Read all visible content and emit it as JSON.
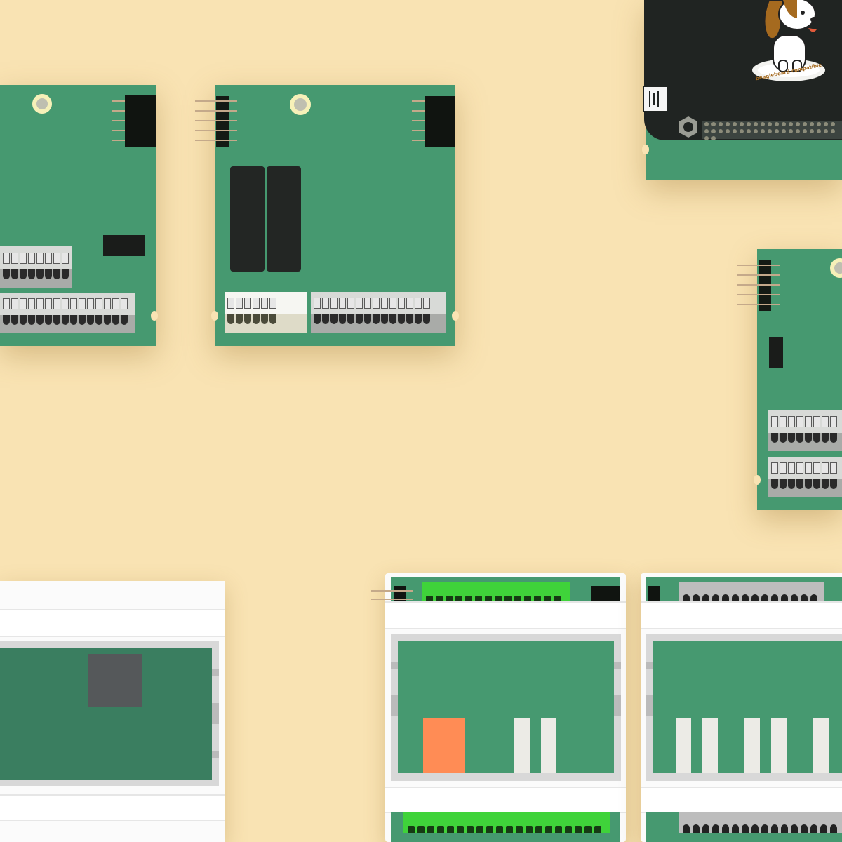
{
  "canvas": {
    "background": "#f9e3b3"
  },
  "colors": {
    "pcb": "#469970",
    "enclosure": "#fbfbfb",
    "relay": "#232624",
    "indicator": "#ff8c55",
    "green_terminal": "#3fd33a"
  },
  "boards": [
    {
      "name": "io-board-left",
      "kind": "pcb"
    },
    {
      "name": "relay-board",
      "kind": "pcb"
    },
    {
      "name": "beaglebone-cape",
      "kind": "cape",
      "logo_icon": "beagle-dog-icon"
    },
    {
      "name": "io-board-right",
      "kind": "pcb"
    },
    {
      "name": "din-enclosure-left",
      "kind": "enclosure"
    },
    {
      "name": "din-enclosure-middle",
      "kind": "enclosure"
    },
    {
      "name": "din-enclosure-right",
      "kind": "enclosure"
    }
  ],
  "cape": {
    "logo_text": "beagleboard compatible",
    "usb_icon": "usb-port-icon"
  }
}
